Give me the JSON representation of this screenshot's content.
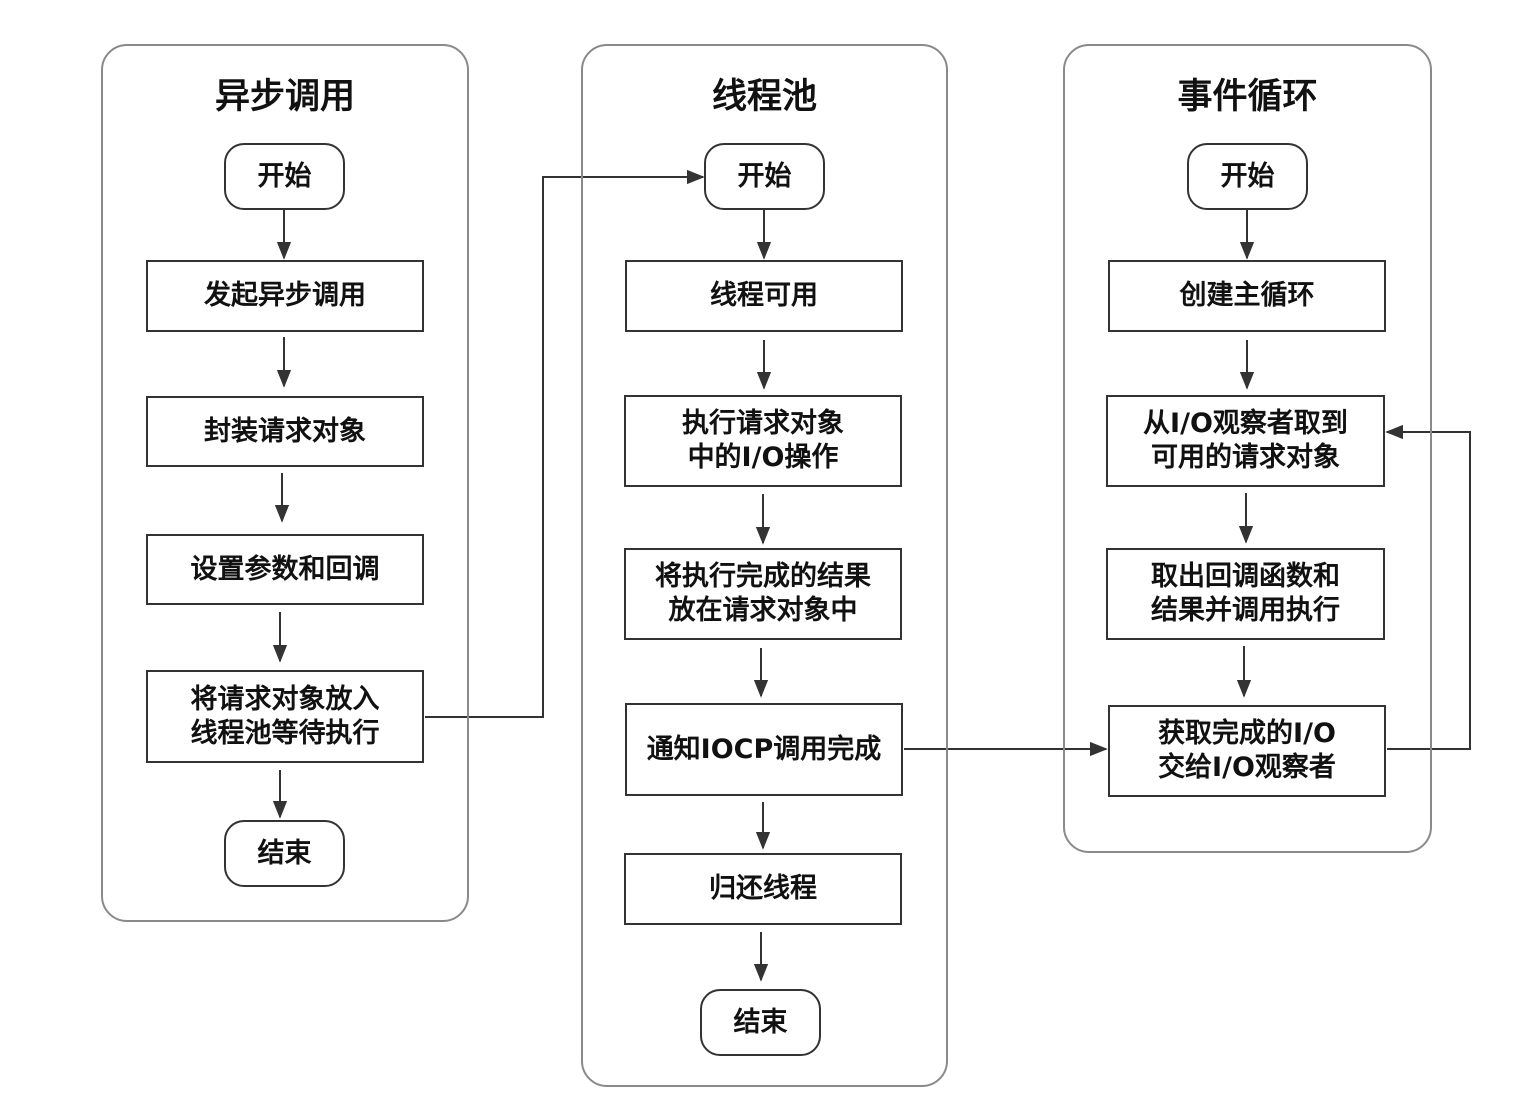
{
  "lanes": [
    {
      "title": "异步调用",
      "nodes": [
        "开始",
        "发起异步调用",
        "封装请求对象",
        "设置参数和回调",
        "将请求对象放入\n线程池等待执行",
        "结束"
      ]
    },
    {
      "title": "线程池",
      "nodes": [
        "开始",
        "线程可用",
        "执行请求对象\n中的I/O操作",
        "将执行完成的结果\n放在请求对象中",
        "通知IOCP调用完成",
        "归还线程",
        "结束"
      ]
    },
    {
      "title": "事件循环",
      "nodes": [
        "开始",
        "创建主循环",
        "从I/O观察者取到\n可用的请求对象",
        "取出回调函数和\n结果并调用执行",
        "获取完成的I/O\n交给I/O观察者"
      ]
    }
  ],
  "colors": {
    "line": "#333333",
    "lane_border": "#8a8a8a"
  }
}
